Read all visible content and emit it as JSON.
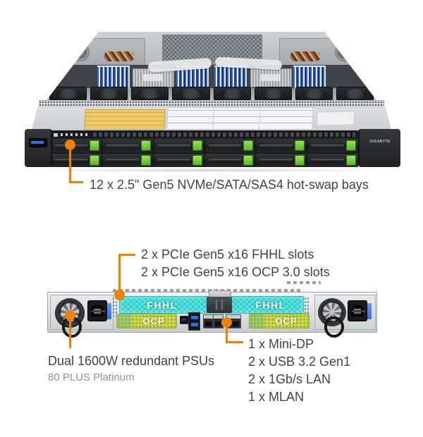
{
  "palette": {
    "accent": "#ee8200",
    "fhhl_highlight": "#56dfdf",
    "ocp_highlight": "#ced94f",
    "drive_tab_green": "#6ecb3a"
  },
  "front_view": {
    "bays_label": "12 x 2.5\" Gen5 NVMe/SATA/SAS4 hot-swap bays",
    "brand": "GIGABYTE"
  },
  "rear_view": {
    "pcie_lines": [
      "2 x PCIe Gen5 x16 FHHL slots",
      "2 x PCIe Gen5 x16 OCP 3.0 slots"
    ],
    "slots": {
      "fhhl_left": "FHHL",
      "fhhl_right": "FHHL",
      "ocp_left": "OCP",
      "ocp_right": "OCP"
    },
    "psu": {
      "title": "Dual 1600W redundant PSUs",
      "subtitle": "80 PLUS Platinum"
    },
    "io_ports": [
      "1 x Mini-DP",
      "2 x USB 3.2 Gen1",
      "2 x 1Gb/s LAN",
      "1 x MLAN"
    ]
  }
}
